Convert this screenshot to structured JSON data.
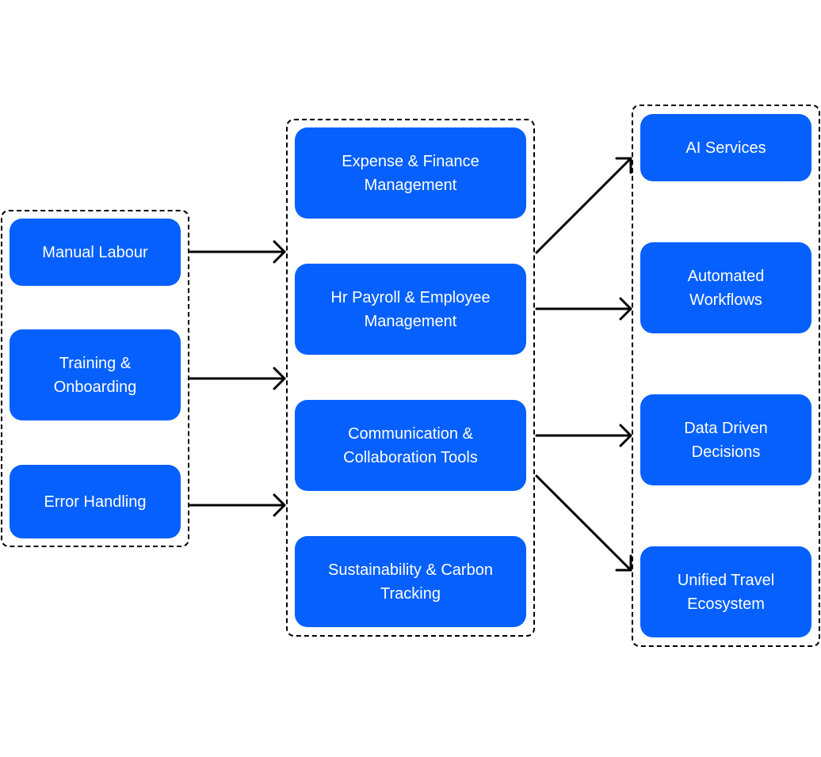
{
  "colors": {
    "node_fill": "#0560fd",
    "node_text": "#ffffff",
    "arrow": "#000000",
    "group_border": "#000000"
  },
  "groups": {
    "left": {
      "nodes": [
        "Manual Labour",
        "Training &\nOnboarding",
        "Error Handling"
      ]
    },
    "middle": {
      "nodes": [
        "Expense & Finance\nManagement",
        "Hr Payroll & Employee\nManagement",
        "Communication &\nCollaboration Tools",
        "Sustainability & Carbon\nTracking"
      ]
    },
    "right": {
      "nodes": [
        "AI Services",
        "Automated\nWorkflows",
        "Data Driven\nDecisions",
        "Unified Travel\nEcosystem"
      ]
    }
  },
  "edges": [
    {
      "from": "Manual Labour",
      "to": "middle-group"
    },
    {
      "from": "Training & Onboarding",
      "to": "middle-group"
    },
    {
      "from": "Error Handling",
      "to": "middle-group"
    },
    {
      "from": "middle-group",
      "to": "AI Services"
    },
    {
      "from": "middle-group",
      "to": "Automated Workflows"
    },
    {
      "from": "middle-group",
      "to": "Data Driven Decisions"
    },
    {
      "from": "middle-group",
      "to": "Unified Travel Ecosystem"
    }
  ]
}
